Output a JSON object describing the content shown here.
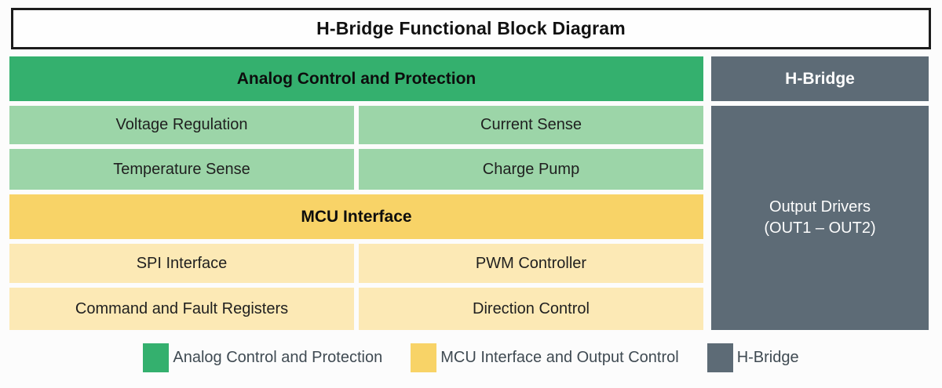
{
  "title": "H-Bridge Functional Block Diagram",
  "colors": {
    "analog_header_green": "#34b06e",
    "analog_cell_green": "#9cd5a8",
    "mcu_header_yellow": "#f8d367",
    "mcu_cell_yellow": "#fce9b5",
    "hbridge_gray": "#5d6b76",
    "title_border_black": "#1c1c1c",
    "legend_text_gray": "#3f4a52"
  },
  "analog": {
    "header": "Analog Control and Protection",
    "rows": [
      [
        "Voltage Regulation",
        "Current Sense"
      ],
      [
        "Temperature Sense",
        "Charge Pump"
      ]
    ]
  },
  "mcu": {
    "header": "MCU Interface",
    "rows": [
      [
        "SPI Interface",
        "PWM Controller"
      ],
      [
        "Command and Fault Registers",
        "Direction Control"
      ]
    ]
  },
  "hbridge": {
    "header": "H-Bridge",
    "output_drivers_line1": "Output Drivers",
    "output_drivers_line2": "(OUT1 – OUT2)"
  },
  "legend": {
    "items": [
      {
        "label": "Analog Control and Protection",
        "color": "#34b06e"
      },
      {
        "label": "MCU Interface and Output Control",
        "color": "#f8d367"
      },
      {
        "label": "H-Bridge",
        "color": "#5d6b76"
      }
    ]
  }
}
